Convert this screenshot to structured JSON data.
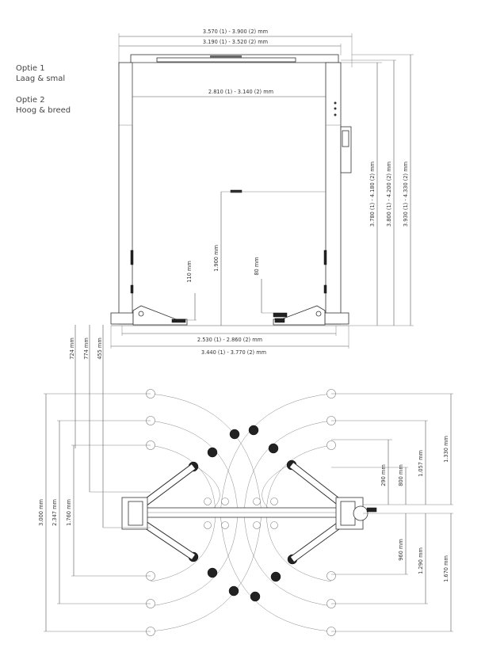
{
  "options": {
    "option1_title": "Optie 1",
    "option1_desc": "Laag & smal",
    "option2_title": "Optie 2",
    "option2_desc": "Hoog & breed"
  },
  "front_view": {
    "overall_width": "3.570 (1) - 3.900 (2) mm",
    "column_outer_width": "3.190 (1) - 3.520 (2) mm",
    "inner_clearance": "2.810 (1) - 3.140 (2) mm",
    "base_inner_width": "2.530 (1) - 2.860 (2) mm",
    "base_outer_width": "3.440 (1) - 3.770 (2) mm",
    "height_top_bar": "3.780 (1) - 4.180 (2) mm",
    "height_column": "3.800 (1) - 4.200 (2) mm",
    "height_total": "3.930 (1) - 4.330 (2) mm",
    "lift_height": "1.900 mm",
    "min_pad_height": "110 mm",
    "arm_height": "80 mm"
  },
  "top_view": {
    "left_dims": [
      "724 mm",
      "774 mm",
      "455 mm"
    ],
    "vertical_left": [
      "3.000 mm",
      "2.347 mm",
      "1.760 mm"
    ],
    "right_dims": [
      "290 mm",
      "800 mm",
      "1.057 mm",
      "1.330 mm",
      "960 mm",
      "1.290 mm",
      "1.670 mm"
    ]
  }
}
